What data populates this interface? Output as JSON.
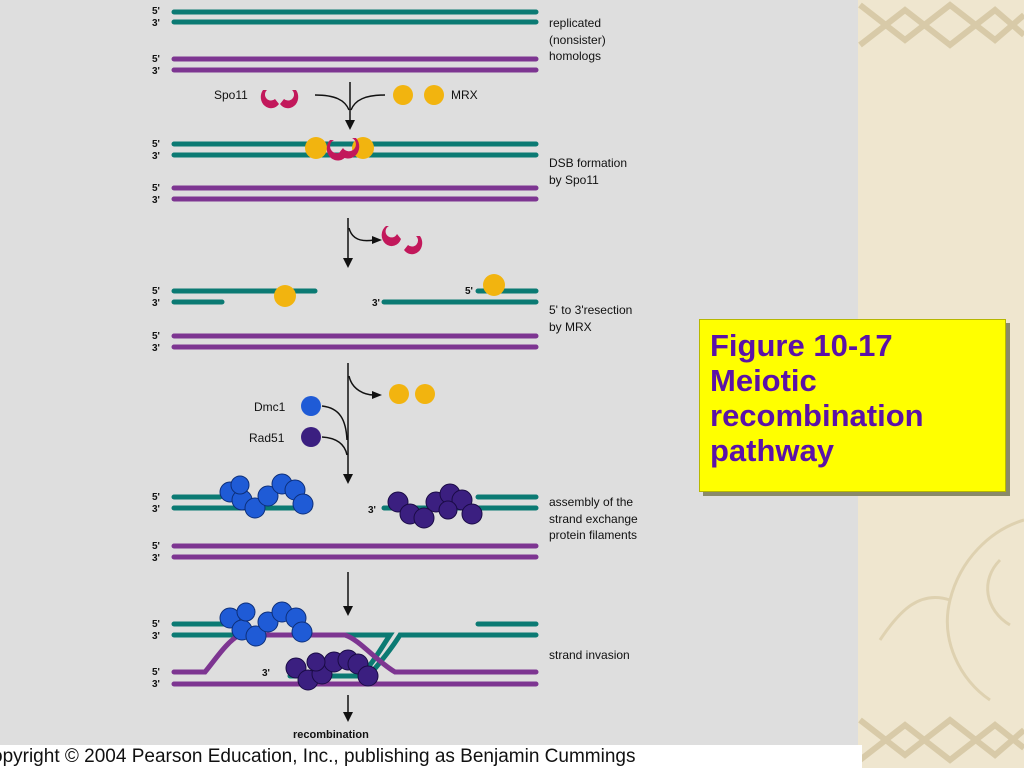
{
  "strand_labels": {
    "five_prime": "5'",
    "three_prime": "3'"
  },
  "steps": [
    {
      "caption": [
        "replicated",
        "(nonsister)",
        "homologs"
      ]
    },
    {
      "caption": [
        "DSB formation",
        "by Spo11"
      ]
    },
    {
      "caption": [
        "5' to 3'resection",
        "by MRX"
      ]
    },
    {
      "caption": [
        "assembly of the",
        "strand exchange",
        "protein filaments"
      ]
    },
    {
      "caption": [
        "strand invasion"
      ]
    }
  ],
  "proteins": {
    "spo11": "Spo11",
    "mrx": "MRX",
    "dmc1": "Dmc1",
    "rad51": "Rad51"
  },
  "final_label": "recombination",
  "caption_box": {
    "title": "Figure 10-17",
    "subtitle": "Meiotic recombination pathway"
  },
  "copyright": "opyright © 2004 Pearson Education, Inc., publishing as Benjamin Cummings",
  "colors": {
    "teal_strand": "#0b7a73",
    "purple_strand": "#7d3591",
    "spo11": "#c2185b",
    "mrx": "#f2b40f",
    "dmc1": "#1f5bd6",
    "rad51": "#3b1f80",
    "caption_bg": "#ffff00",
    "caption_text": "#5b12a8"
  }
}
